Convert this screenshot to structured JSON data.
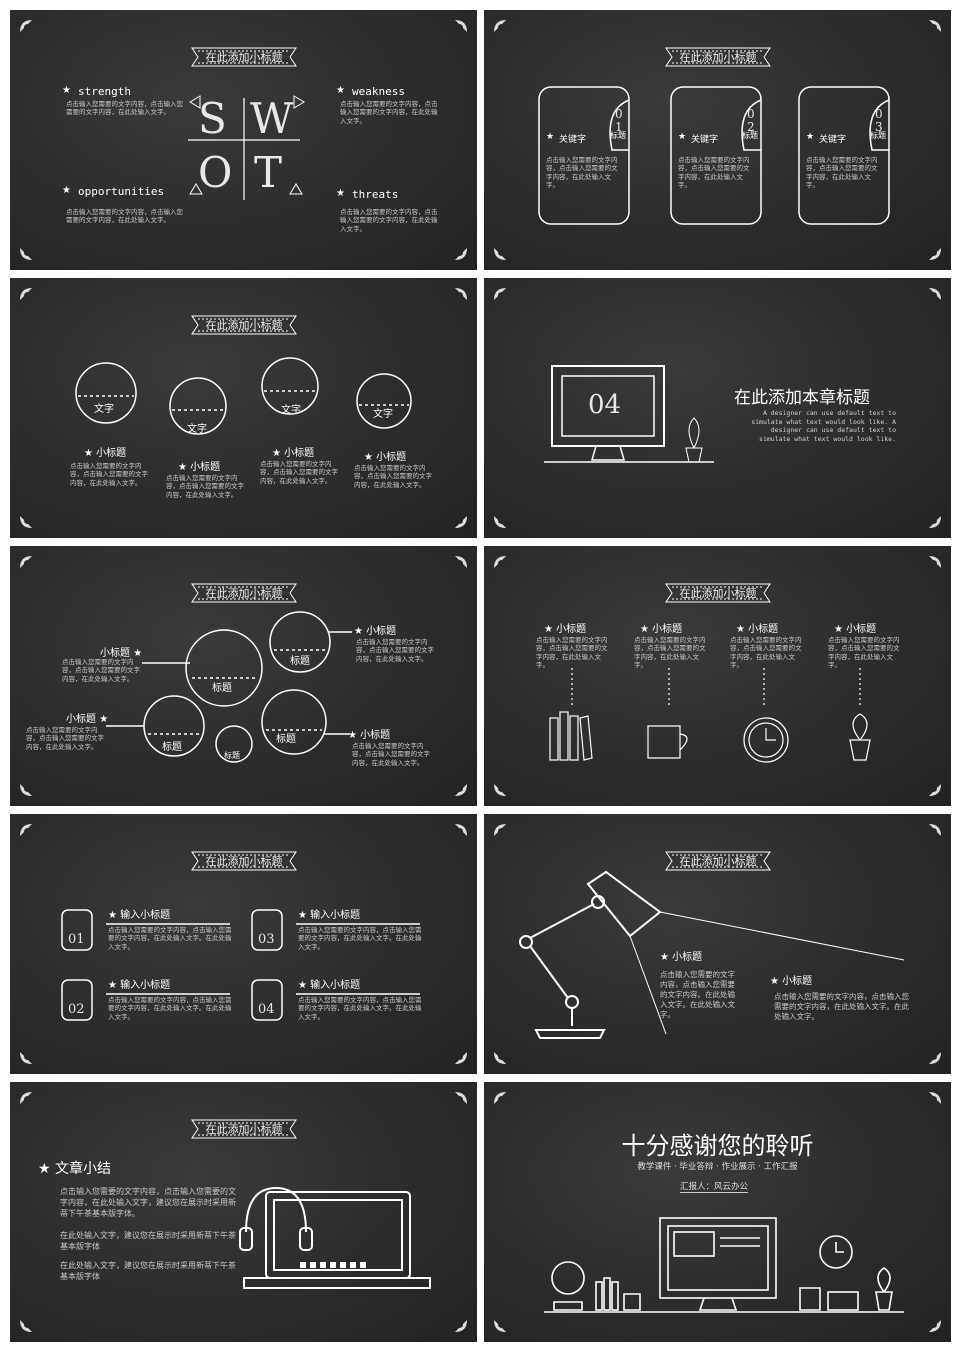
{
  "common": {
    "ribbon_title": "在此添加小标题",
    "body_short": "点击输入您需要的文字内容，点击输入您需要的文字内容，在此处输入文字。",
    "star": "★"
  },
  "slide1": {
    "strength": "strength",
    "weakness": "weakness",
    "opportunities": "opportunities",
    "threats": "threats",
    "letters": [
      "S",
      "W",
      "O",
      "T"
    ],
    "text_strength": "点击输入您需要的文字内容，点击输入您需要的文字内容，在此处输入文字。",
    "text_weakness": "点击输入您需要的文字内容，点击输入您需要的文字内容，在此处输入文字。",
    "text_opportunities": "点击输入您需要的文字内容，点击输入您需要的文字内容，在此处输入文字。",
    "text_threats": "点击输入您需要的文字内容，点击输入您需要的文字内容，在此处输入文字。"
  },
  "slide2": {
    "cards": [
      {
        "num": "0\n1",
        "label": "标题",
        "key": "关键字",
        "text": "点击输入您需要的文字内容，点击输入您需要的文字内容，在此处输入文字。"
      },
      {
        "num": "0\n2",
        "label": "标题",
        "key": "关键字",
        "text": "点击输入您需要的文字内容，点击输入您需要的文字内容，在此处输入文字。"
      },
      {
        "num": "0\n3",
        "label": "标题",
        "key": "关键字",
        "text": "点击输入您需要的文字内容，点击输入您需要的文字内容，在此处输入文字。"
      }
    ]
  },
  "slide3": {
    "gear_label": "文字",
    "subtitle": "小标题",
    "text": "点击输入您需要的文字内容，点击输入您需要的文字内容，在此处输入文字。"
  },
  "slide4": {
    "number": "04",
    "title": "在此添加本章标题",
    "desc": "A designer can use default text to simulate what text would look like. A designer can use default text to simulate what text would look like."
  },
  "slide5": {
    "gear_label": "标题",
    "subtitle": "小标题",
    "text": "点击输入您需要的文字内容，点击输入您需要的文字内容，在此处输入文字。"
  },
  "slide6": {
    "subtitle": "小标题",
    "text": "点击输入您需要的文字内容，点击输入您需要的文字内容，在此处输入文字。"
  },
  "slide7": {
    "subtitle": "输入小标题",
    "nums": [
      "01",
      "02",
      "03",
      "04"
    ],
    "text": "点击输入您需要的文字内容，点击输入您需要的文字内容，在此处输入文字。在此处输入文字。"
  },
  "slide8": {
    "subtitle": "小标题",
    "text_a": "点击输入您需要的文字内容，点击输入您需要的文字内容。在此处输入文字。在此处输入文字。",
    "text_b": "点击输入您需要的文字内容，点击输入您需要的文字内容，在此处输入文字。在此处输入文字。"
  },
  "slide9": {
    "title": "文章小结",
    "p1": "点击输入您需要的文字内容，点击输入您需要的文字内容，在此处输入文字，建议您在展示时采用新蒂下午茶基本版字体。",
    "p2": "在此处输入文字，建议您在展示时采用新蒂下午茶基本版字体",
    "p3": "在此处输入文字，建议您在展示时采用新蒂下午茶基本版字体"
  },
  "slide10": {
    "title": "十分感谢您的聆听",
    "tags": "教学课件 · 毕业答辩 · 作业展示 · 工作汇报",
    "reporter": "汇报人：风云办公"
  },
  "colors": {
    "board": "#2c2c2c",
    "chalk": "#ffffff"
  }
}
